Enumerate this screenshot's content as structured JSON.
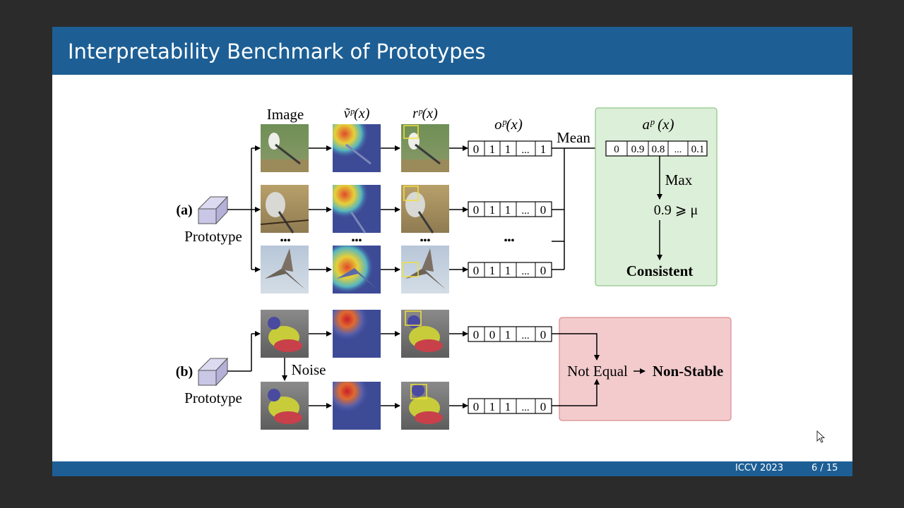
{
  "slide": {
    "title": "Interpretability Benchmark of Prototypes",
    "footer_venue": "ICCV 2023",
    "footer_page": "6 / 15"
  },
  "diagram": {
    "col_image": "Image",
    "col_v": "ṽᵖ(x)",
    "col_r": "rᵖ(x)",
    "col_o": "oᵖ(x)",
    "col_a": "aᵖ (x)",
    "panel_a_label": "(a)",
    "panel_b_label": "(b)",
    "prototype_label": "Prototype",
    "mean_label": "Mean",
    "max_label": "Max",
    "threshold_text": "0.9 ⩾ μ",
    "consistent_label": "Consistent",
    "noise_label": "Noise",
    "not_equal_label": "Not Equal",
    "non_stable_label": "Non-Stable",
    "ellipsis": "...",
    "dots": "•••",
    "vec_a1": [
      "0",
      "1",
      "1",
      "...",
      "1"
    ],
    "vec_a2": [
      "0",
      "1",
      "1",
      "...",
      "0"
    ],
    "vec_a3": [
      "0",
      "1",
      "1",
      "...",
      "0"
    ],
    "vec_b1": [
      "0",
      "0",
      "1",
      "...",
      "0"
    ],
    "vec_b2": [
      "0",
      "1",
      "1",
      "...",
      "0"
    ],
    "vec_mean": [
      "0",
      "0.9",
      "0.8",
      "...",
      "0.1"
    ]
  },
  "colors": {
    "title_bar": "#1d5f95",
    "consistent_box": "#dcefd8",
    "consistent_border": "#8fc488",
    "nonstable_box": "#f3cbcd",
    "nonstable_border": "#d98c90",
    "prototype_cube": "#c9c6e6"
  }
}
